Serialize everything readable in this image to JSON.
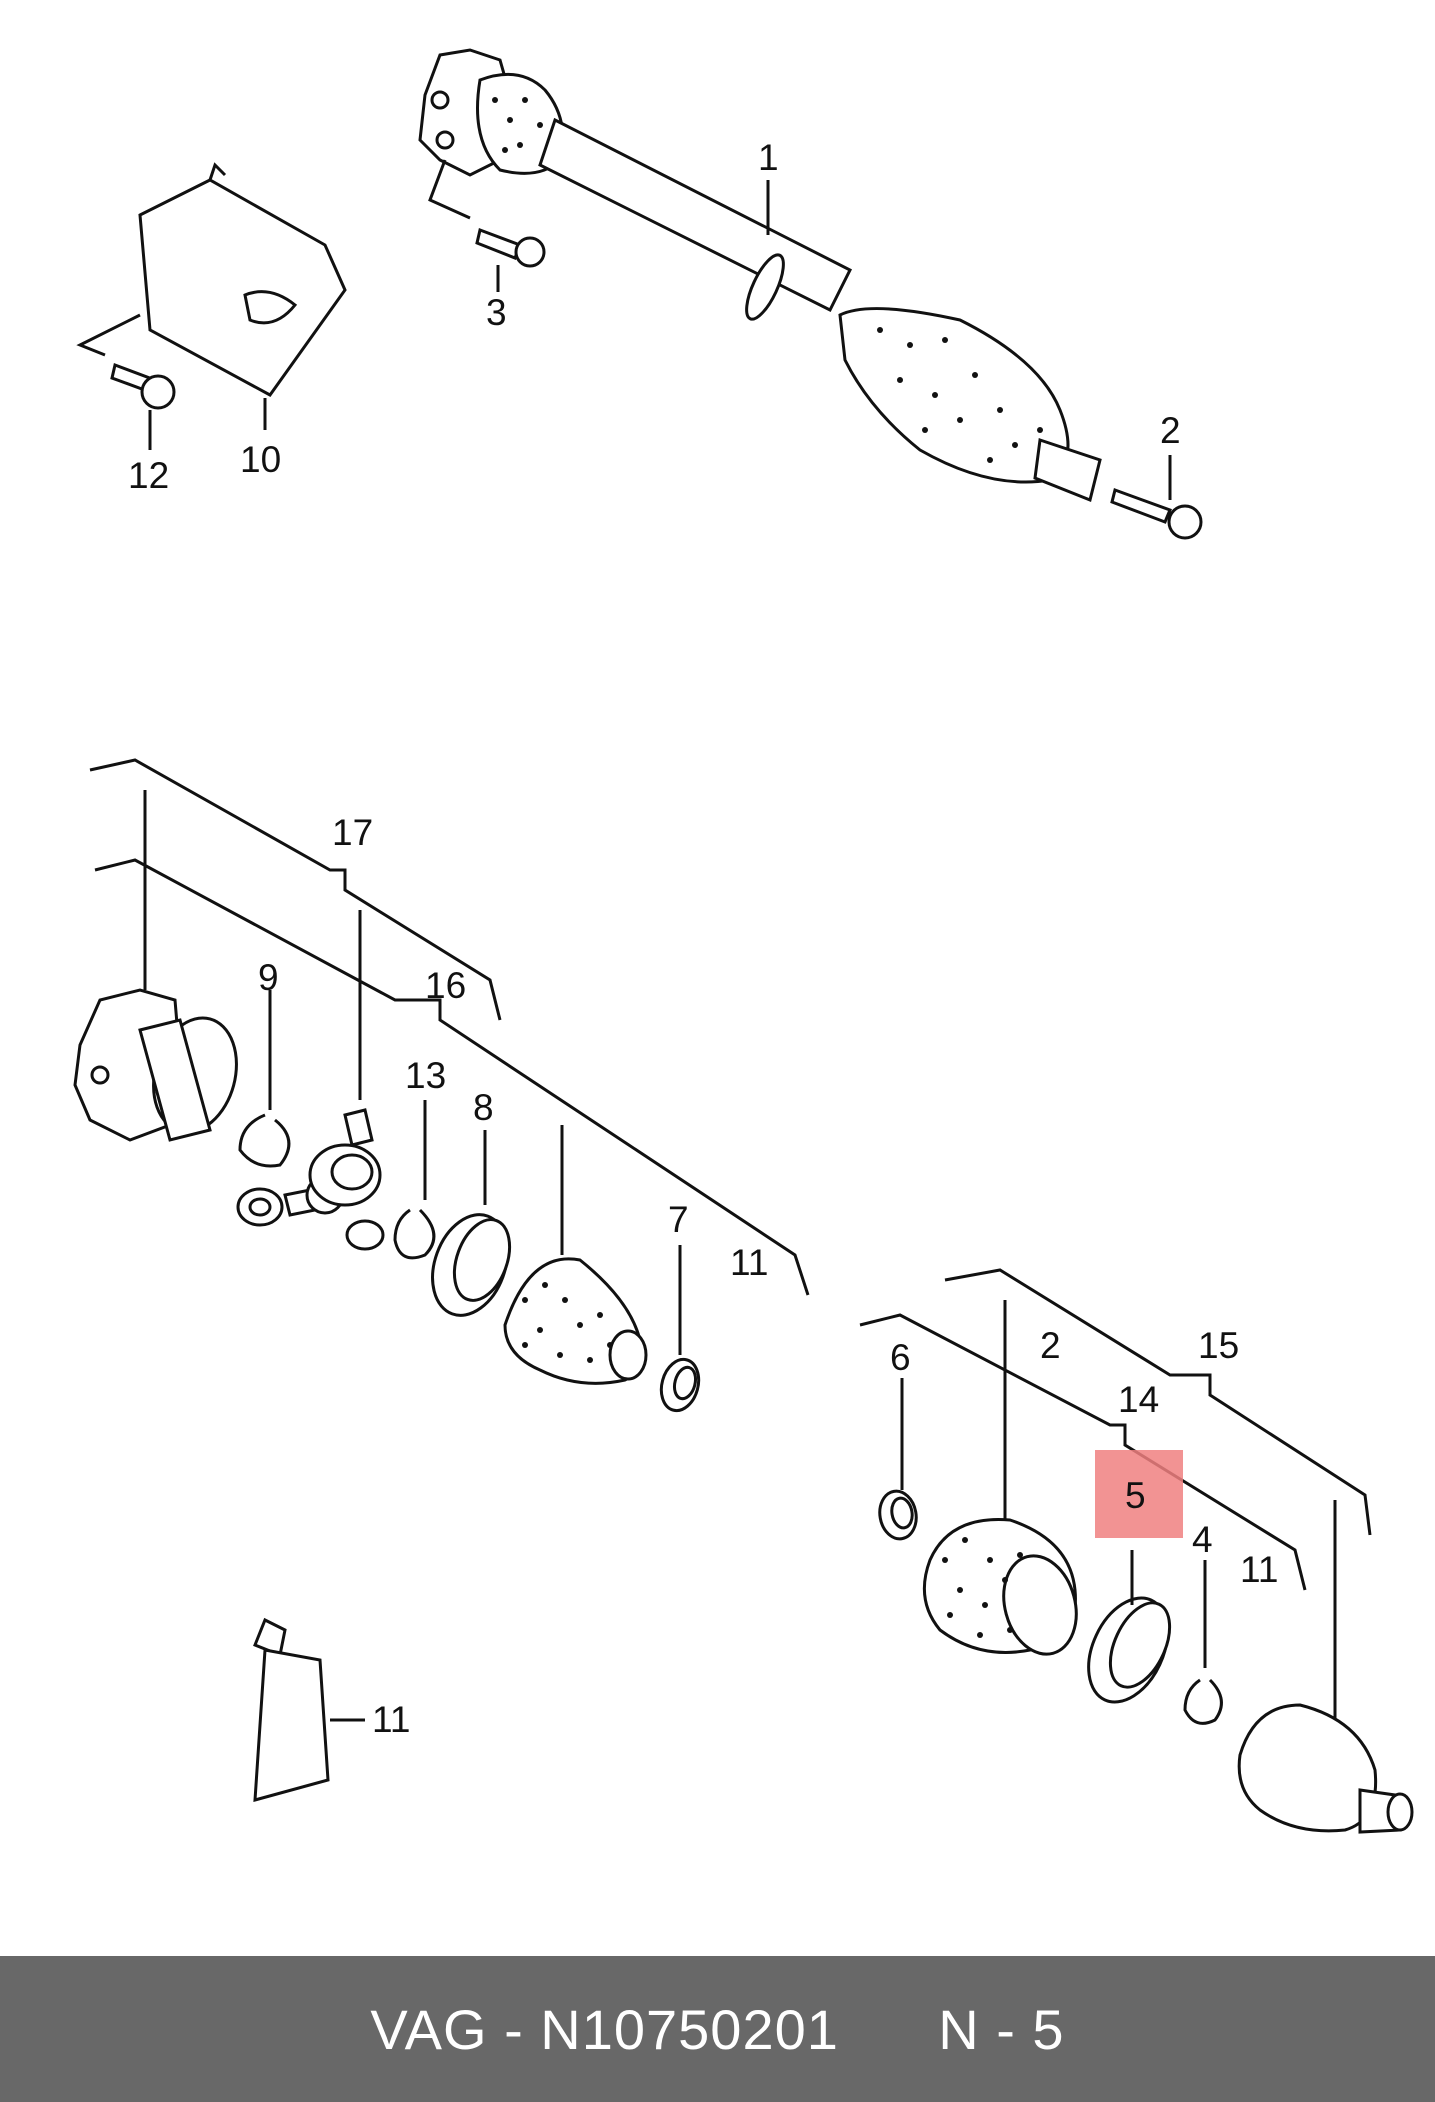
{
  "callouts": {
    "c1": "1",
    "c2a": "2",
    "c2b": "2",
    "c3": "3",
    "c4": "4",
    "c5": "5",
    "c6": "6",
    "c7": "7",
    "c8": "8",
    "c9": "9",
    "c10": "10",
    "c11a": "11",
    "c11b": "11",
    "c11c": "11",
    "c12": "12",
    "c13": "13",
    "c14": "14",
    "c15": "15",
    "c16": "16",
    "c17": "17"
  },
  "highlight": {
    "label": "5",
    "color": "#f08080"
  },
  "footer": {
    "brand": "VAG",
    "sep": "-",
    "part_number": "N10750201",
    "ref": "N - 5"
  },
  "colors": {
    "footer_bg": "#686868",
    "footer_text": "#ffffff",
    "line": "#111111"
  }
}
